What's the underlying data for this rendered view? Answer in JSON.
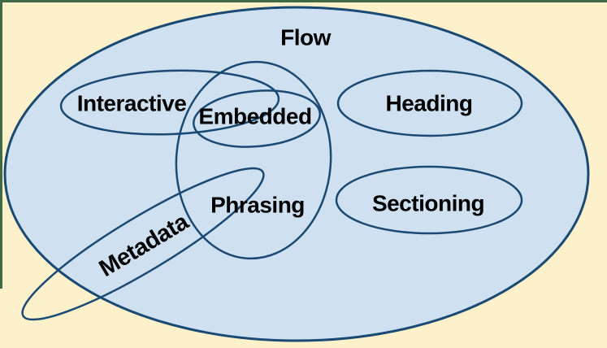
{
  "diagram": {
    "type": "euler",
    "subject": "HTML content categories",
    "colors": {
      "background": "#FDF1CC",
      "frame": "#3E6B46",
      "set_fill": "#CFE0F1",
      "set_stroke": "#1A4A73",
      "label": "#000000"
    },
    "sets": {
      "flow": {
        "label": "Flow"
      },
      "interactive": {
        "label": "Interactive"
      },
      "embedded": {
        "label": "Embedded"
      },
      "phrasing": {
        "label": "Phrasing"
      },
      "heading": {
        "label": "Heading"
      },
      "sectioning": {
        "label": "Sectioning"
      },
      "metadata": {
        "label": "Metadata"
      }
    },
    "relationships": [
      "Interactive, Embedded, Phrasing, Heading and Sectioning are inside Flow",
      "Embedded is inside Phrasing",
      "Interactive overlaps Phrasing and Embedded",
      "Metadata overlaps Phrasing and extends outside Flow"
    ]
  }
}
